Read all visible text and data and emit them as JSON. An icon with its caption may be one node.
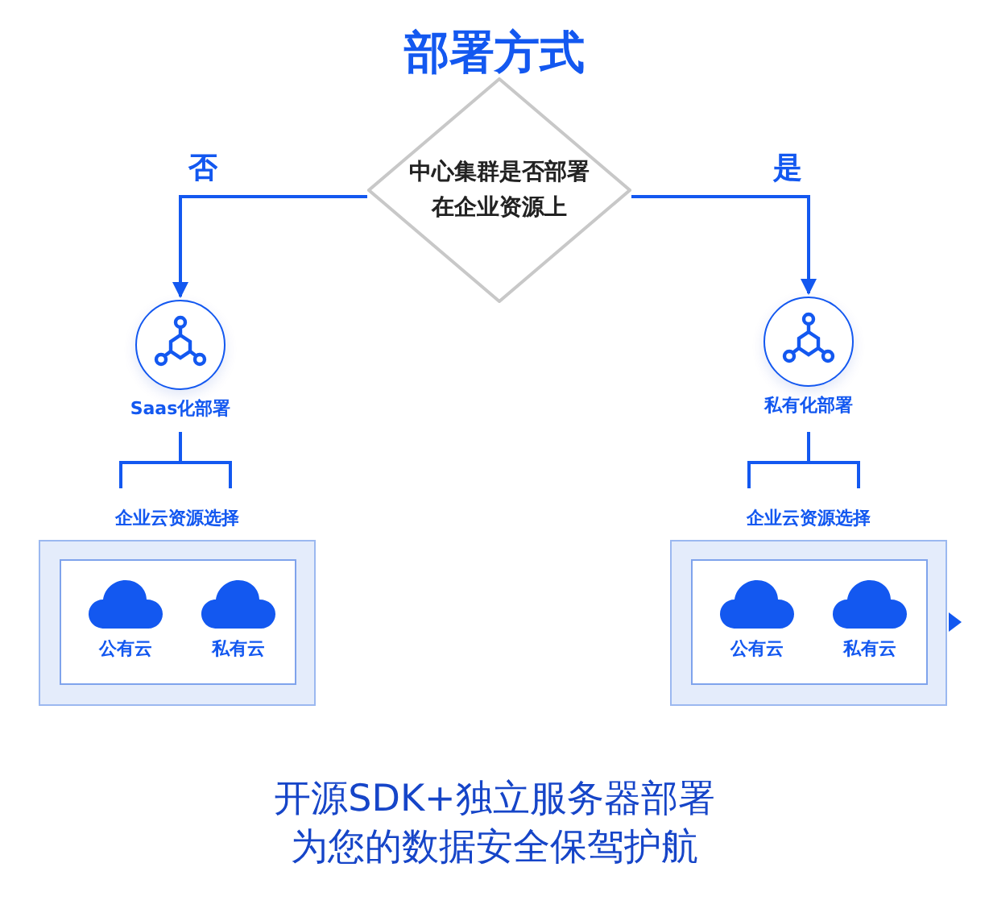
{
  "diagram": {
    "title": "部署方式",
    "nodes": [
      {
        "text": [
          "中心集群是否部署在企业资源上"
        ]
      },
      {
        "text": [
          "Saas化部署"
        ]
      },
      {
        "text": [
          "私有化部署"
        ]
      },
      {
        "text": [
          "企业云资源选择"
        ]
      },
      {
        "text": [],
        "shape": "box",
        "in": 3
      },
      {
        "text": [
          "公有云"
        ],
        "in": 4
      },
      {
        "text": [
          "私有云"
        ],
        "in": 4
      },
      {
        "text": [
          "企业云资源选择"
        ]
      },
      {
        "text": [],
        "shape": "box",
        "in": 7
      },
      {
        "text": [
          "公有云"
        ],
        "in": 8
      },
      {
        "text": [
          "私有云"
        ],
        "in": 8
      }
    ],
    "edges": [
      {
        "from": 0,
        "to": 1,
        "arrow": "to",
        "label": "否"
      },
      {
        "from": 0,
        "to": 2,
        "arrow": "to",
        "label": "是"
      },
      {
        "from": 1,
        "to": 3,
        "arrow": "none"
      },
      {
        "from": 2,
        "to": 7,
        "arrow": "none"
      }
    ],
    "labels": [
      "开源SDK+独立服务器部署",
      "为您的数据安全保驾护航"
    ]
  }
}
